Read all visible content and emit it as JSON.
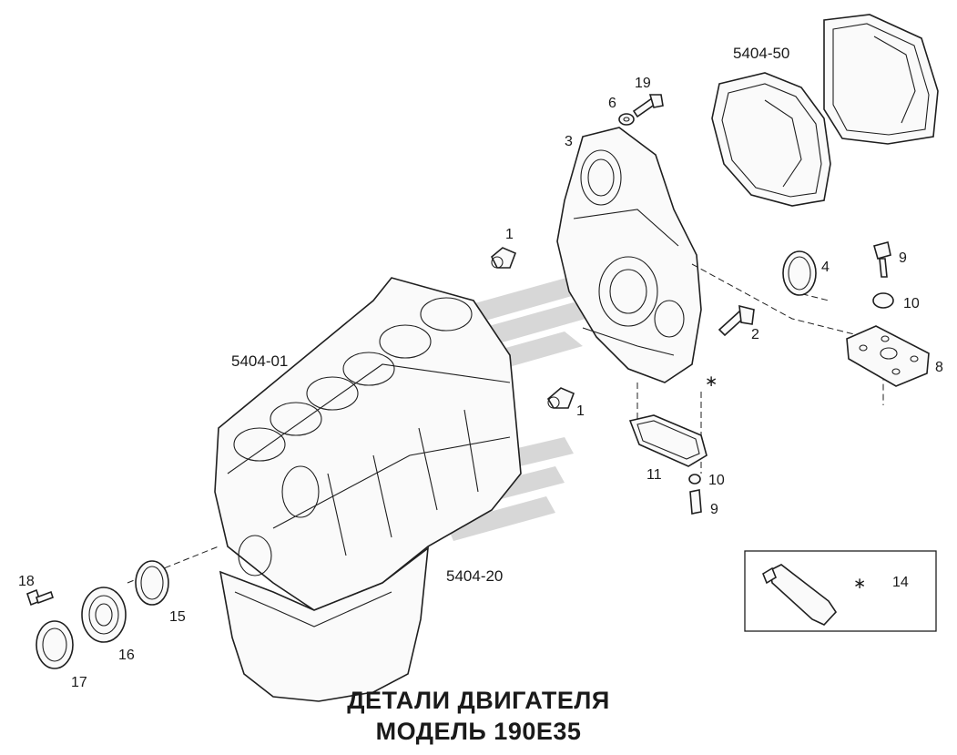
{
  "title": {
    "line1": "ДЕТАЛИ ДВИГАТЕЛЯ",
    "line2": "МОДЕЛЬ 190Е35"
  },
  "colors": {
    "ink": "#1f1f1f",
    "background": "#ffffff",
    "watermark": "#c9c9c9"
  },
  "assemblies": {
    "block": "5404-01",
    "sump": "5404-20",
    "flywheel_housing": "5404-50"
  },
  "callouts": {
    "c1a": "1",
    "c1b": "1",
    "c2": "2",
    "c3": "3",
    "c4": "4",
    "c6": "6",
    "c8": "8",
    "c9a": "9",
    "c9b": "9",
    "c10a": "10",
    "c10b": "10",
    "c11": "11",
    "c14": "14",
    "c15": "15",
    "c16": "16",
    "c17": "17",
    "c18": "18",
    "c19": "19"
  },
  "symbols": {
    "sealant_mark": "∗",
    "sealant_mark_legend": "∗"
  },
  "icons": {
    "sealant_tube": "sealant-tube-icon",
    "watermark": "logo-watermark-icon"
  }
}
